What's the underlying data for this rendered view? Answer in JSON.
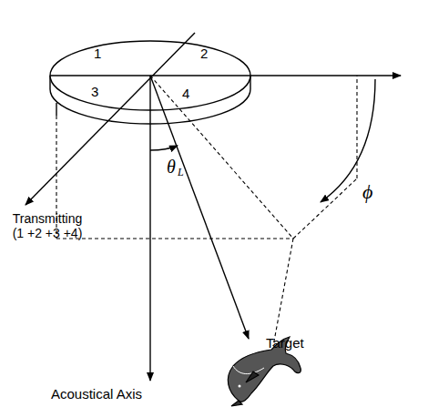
{
  "diagram": {
    "labels": [
      "1",
      "2",
      "3",
      "4",
      "ϕ",
      "θ",
      "L",
      "Transmitting (1 +2 +3 +4)",
      "Acoustical Axis",
      "Target"
    ]
  }
}
